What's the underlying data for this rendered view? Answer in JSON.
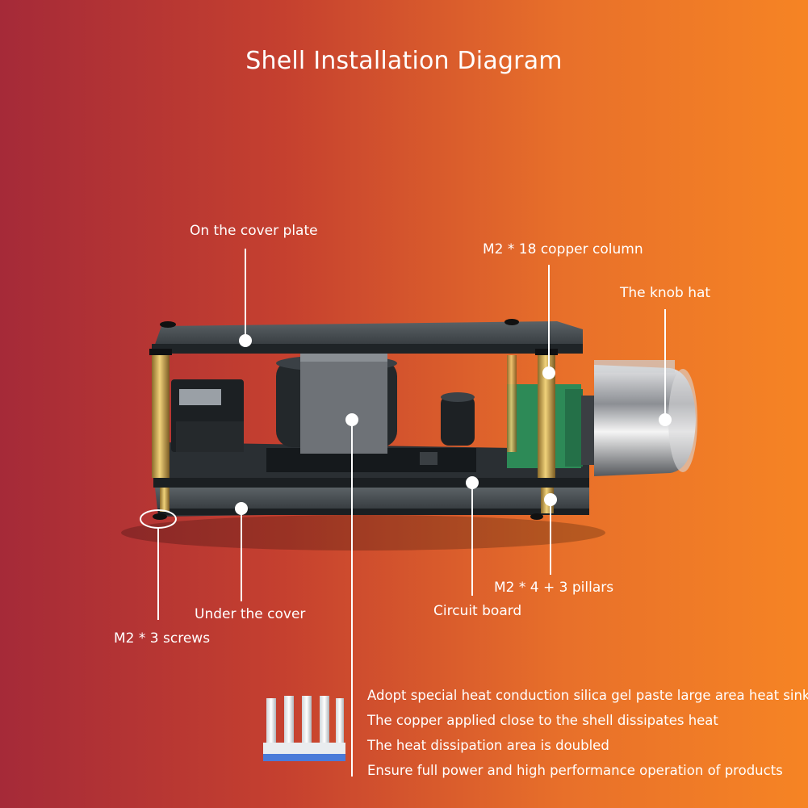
{
  "title": "Shell Installation Diagram",
  "labels": {
    "cover_plate": "On the cover plate",
    "copper_column": "M2 * 18 copper column",
    "knob_hat": "The knob hat",
    "pillars": "M2 * 4 + 3 pillars",
    "circuit_board": "Circuit board",
    "under_cover": "Under the cover",
    "screws": "M2 * 3 screws"
  },
  "features": [
    "Adopt special heat conduction silica gel paste large area heat sink",
    "The copper applied close to the shell dissipates heat",
    "The heat dissipation area is doubled",
    "Ensure full power and high performance operation of products"
  ],
  "colors": {
    "background_left": "#a52a38",
    "background_right": "#f68424",
    "text": "#ffffff",
    "pcb": "#2c3236",
    "brass": "#c9a247",
    "heatsink_base": "#4a7bd9"
  }
}
